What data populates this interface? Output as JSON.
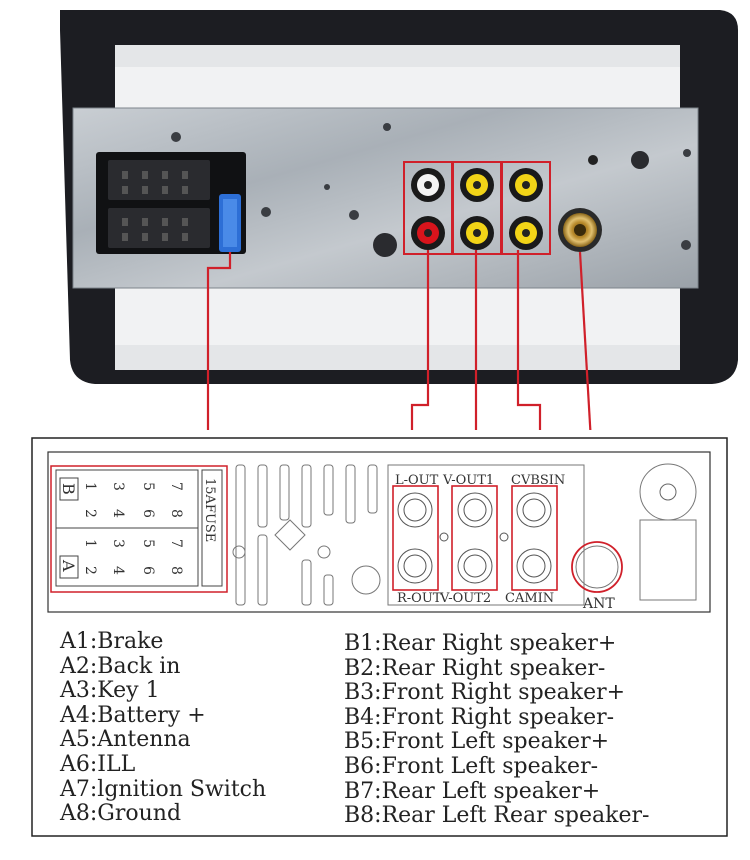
{
  "schematic": {
    "row_b": "B",
    "row_a": "A",
    "pins_b_top": [
      "1",
      "3",
      "5",
      "7"
    ],
    "pins_b_bottom": [
      "2",
      "4",
      "6",
      "8"
    ],
    "pins_a_top": [
      "1",
      "3",
      "5",
      "7"
    ],
    "pins_a_bottom": [
      "2",
      "4",
      "6",
      "8"
    ],
    "fuse_label": "15AFUSE",
    "l_out": "L-OUT",
    "v_out_1": "V-OUT1",
    "cvbs_in": "CVBSIN",
    "r_out": "R-OUT",
    "v_out_2": "V-OUT2",
    "cam_in": "CAMIN",
    "ant": "ANT"
  },
  "legend_a": [
    "A1:Brake",
    "A2:Back in",
    "A3:Key 1",
    "A4:Battery +",
    "A5:Antenna",
    "A6:ILL",
    "A7:lgnition Switch",
    "A8:Ground"
  ],
  "legend_b": [
    "B1:Rear Right speaker+",
    "B2:Rear Right speaker-",
    "B3:Front Right speaker+",
    "B4:Front Right speaker-",
    "B5:Front Left speaker+",
    "B6:Front Left speaker-",
    "B7:Rear Left speaker+",
    "B8:Rear Left Rear speaker-"
  ],
  "colors": {
    "red_wire": "#d0202a",
    "rca_yellow": "#f2d417",
    "rca_white": "#f4f4f4",
    "rca_red": "#d8141c",
    "metal_plate": "#b8bec4",
    "frame": "#1c1d22"
  }
}
